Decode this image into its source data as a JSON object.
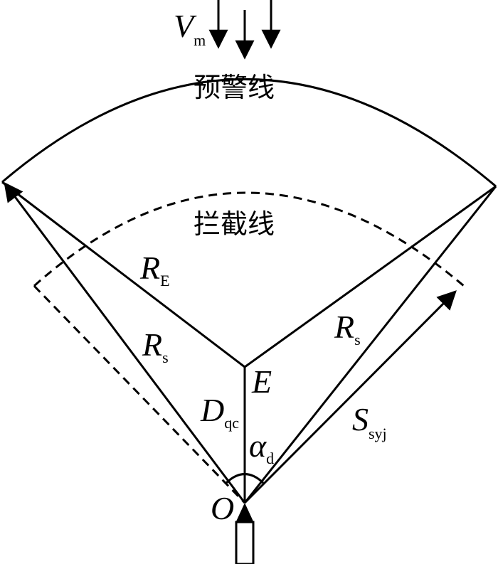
{
  "labels": {
    "velocity": {
      "main": "V",
      "sub": "m"
    },
    "warning_line": "预警线",
    "intercept_line": "拦截线",
    "r_e": {
      "main": "R",
      "sub": "E"
    },
    "r_s_left": {
      "main": "R",
      "sub": "s"
    },
    "r_s_right": {
      "main": "R",
      "sub": "s"
    },
    "point_e": "E",
    "point_o": "O",
    "d_qc": {
      "main": "D",
      "sub": "qc"
    },
    "alpha_d": {
      "main": "α",
      "sub": "d"
    },
    "s_syj": {
      "main": "S",
      "sub": "syj"
    }
  },
  "colors": {
    "stroke": "#000000",
    "background": "#ffffff"
  }
}
